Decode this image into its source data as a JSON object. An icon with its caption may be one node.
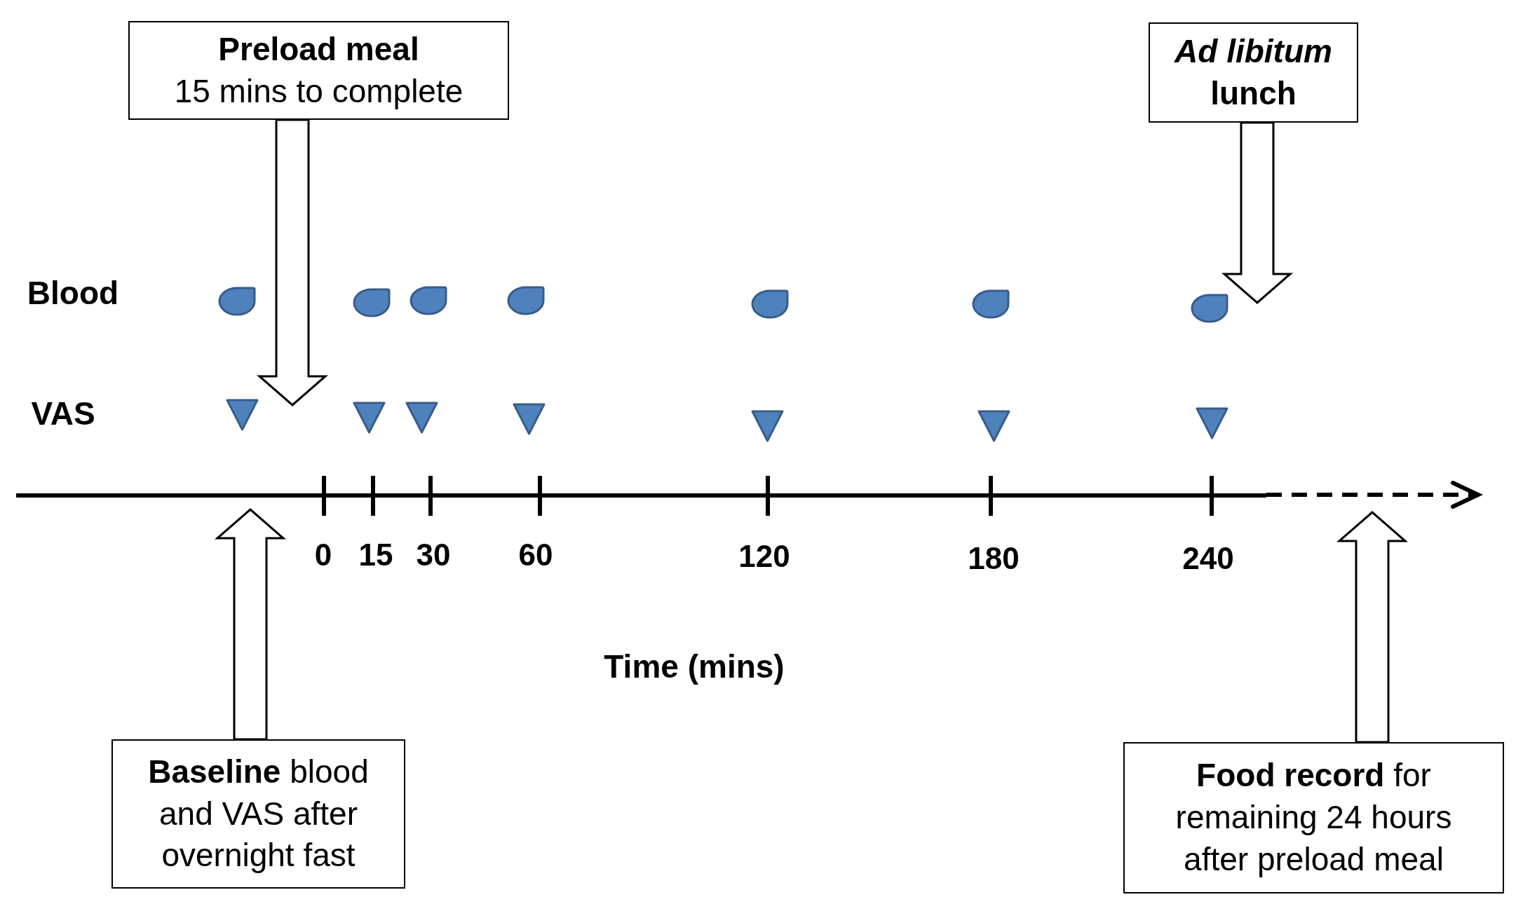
{
  "diagram": {
    "nodes": [
      {
        "text": [
          "Preload meal",
          "15 mins to complete"
        ]
      },
      {
        "text": [
          "*Ad libitum* lunch"
        ]
      },
      {
        "text": [
          "**Baseline** blood and VAS after overnight fast"
        ]
      },
      {
        "text": [
          "**Food record** for remaining 24 hours after preload meal"
        ]
      }
    ],
    "edges": [
      {
        "from": 0,
        "to": null,
        "arrow": "to"
      },
      {
        "from": 1,
        "to": null,
        "arrow": "to"
      },
      {
        "from": 2,
        "to": null,
        "arrow": "to"
      },
      {
        "from": 3,
        "to": null,
        "arrow": "to"
      }
    ],
    "labels": [
      "Blood",
      "VAS",
      "0",
      "15",
      "30",
      "60",
      "120",
      "180",
      "240",
      "Time (mins)"
    ]
  }
}
